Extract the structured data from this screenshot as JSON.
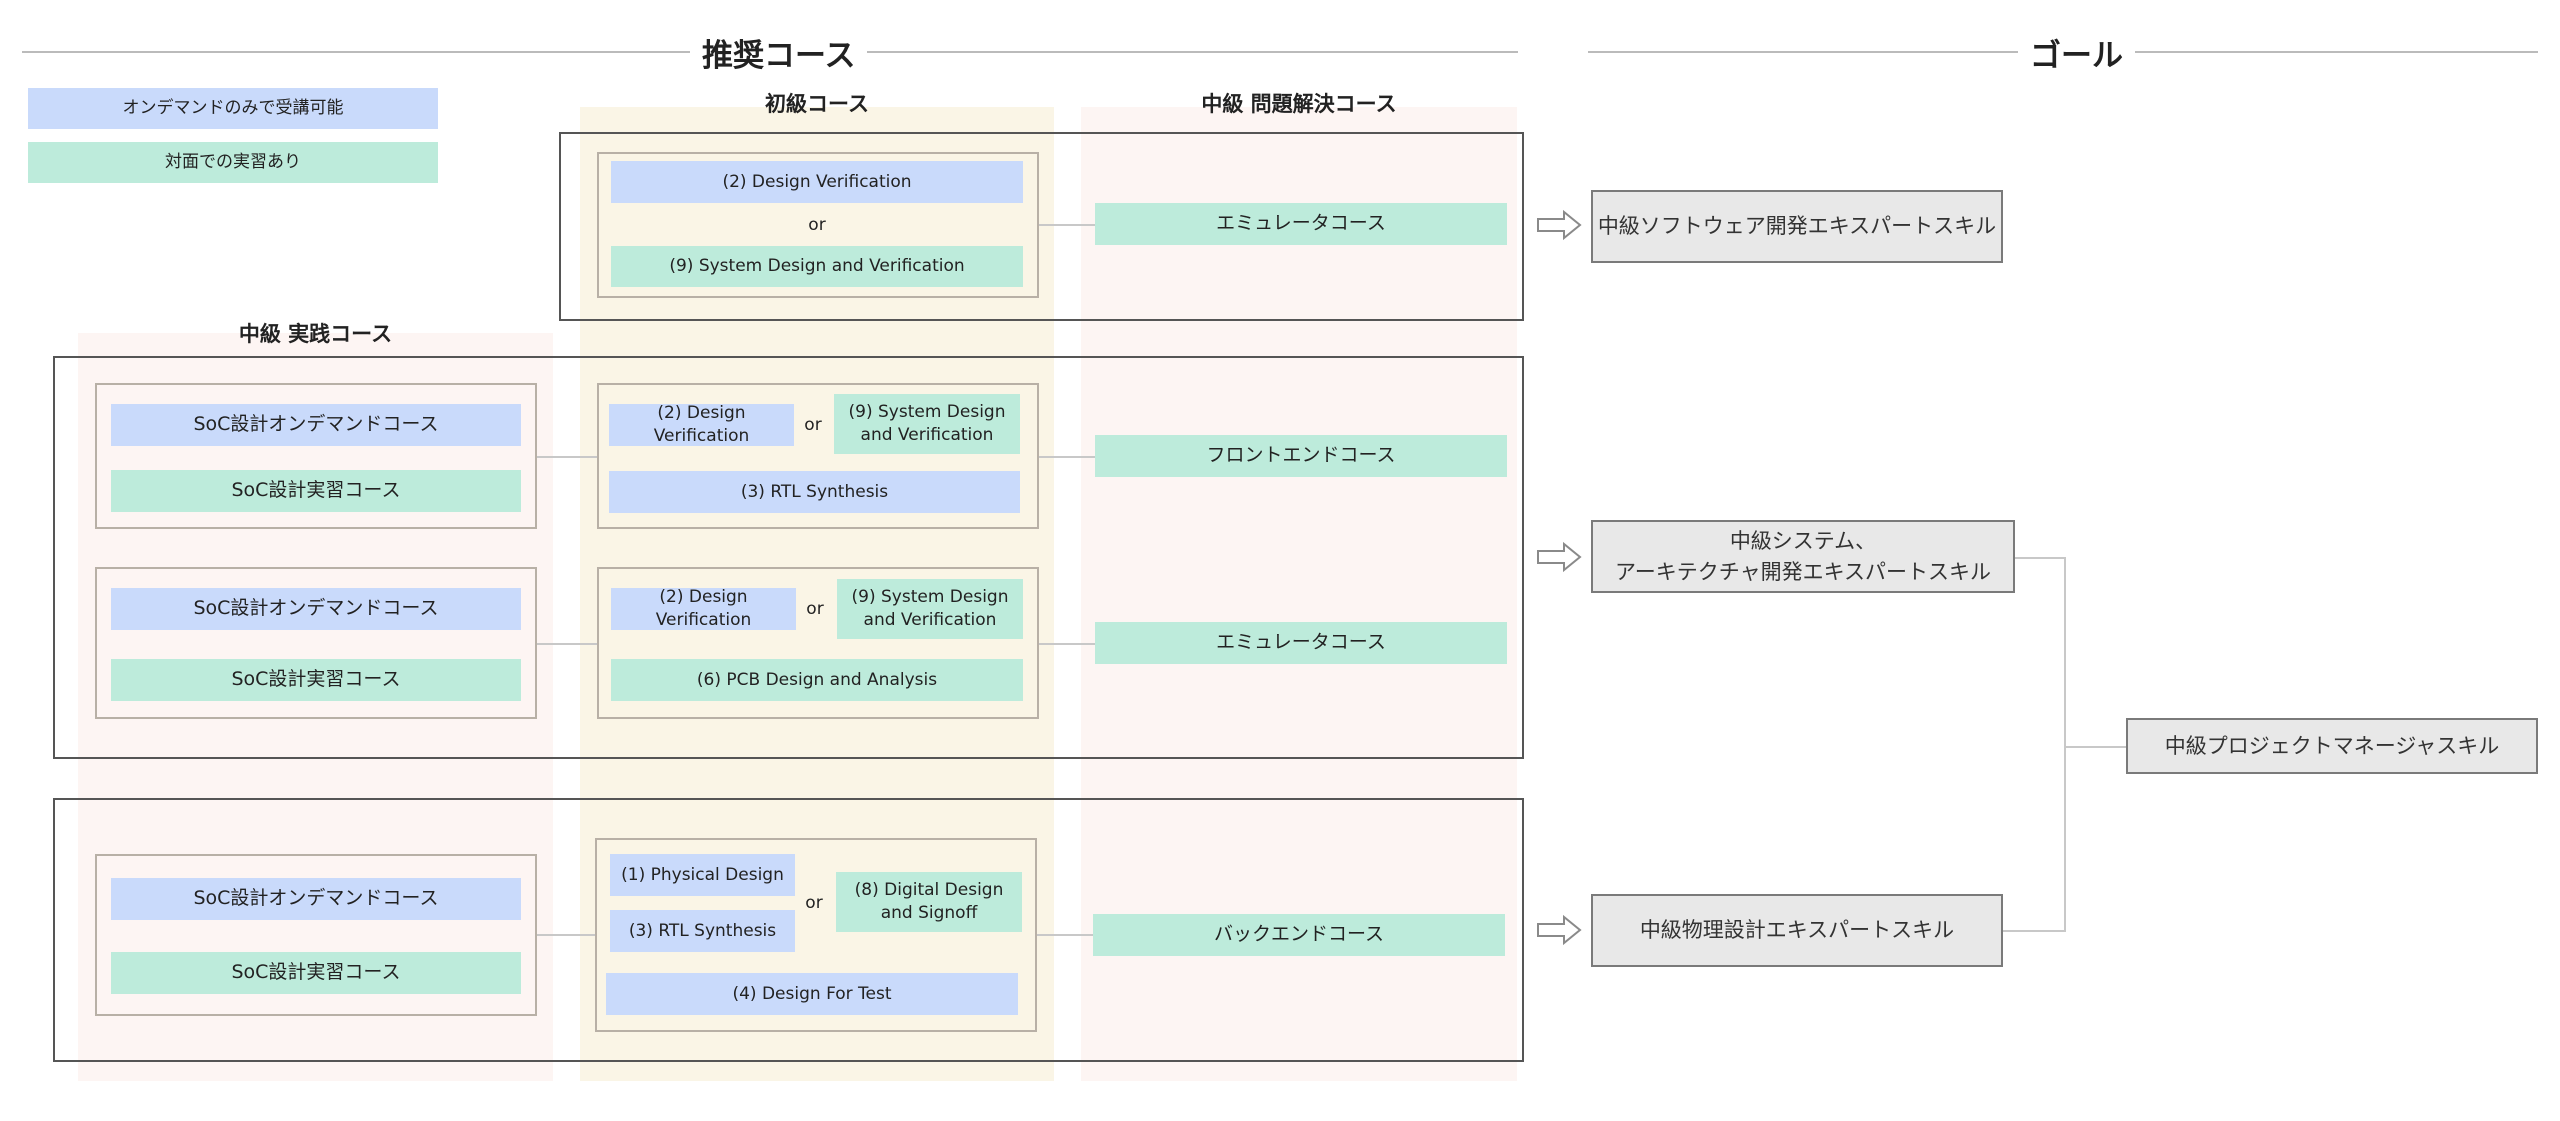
{
  "headers": {
    "recommended": "推奨コース",
    "goal": "ゴール"
  },
  "legend": {
    "ondemand": "オンデマンドのみで受講可能",
    "handson": "対面での実習あり"
  },
  "columns": {
    "beginner": "初級コース",
    "problem_solving": "中級 問題解決コース",
    "practice": "中級 実践コース"
  },
  "or_label": "or",
  "group1": {
    "beginner_a": "(2) Design Verification",
    "beginner_b": "(9) System Design and Verification",
    "problem": "エミュレータコース"
  },
  "group2": {
    "row1": {
      "practice_a": "SoC設計オンデマンドコース",
      "practice_b": "SoC設計実習コース",
      "beginner_a": "(2) Design Verification",
      "beginner_b": "(9) System Design and Verification",
      "beginner_c": "(3) RTL Synthesis",
      "problem": "フロントエンドコース"
    },
    "row2": {
      "practice_a": "SoC設計オンデマンドコース",
      "practice_b": "SoC設計実習コース",
      "beginner_a": "(2) Design Verification",
      "beginner_b": "(9) System Design and Verification",
      "beginner_c": "(6) PCB Design and Analysis",
      "problem": "エミュレータコース"
    }
  },
  "group3": {
    "practice_a": "SoC設計オンデマンドコース",
    "practice_b": "SoC設計実習コース",
    "beginner_a": "(1) Physical Design",
    "beginner_b": "(3) RTL Synthesis",
    "beginner_c": "(8) Digital Design and Signoff",
    "beginner_d": "(4) Design For Test",
    "problem": "バックエンドコース"
  },
  "goals": {
    "software": "中級ソフトウェア開発エキスパートスキル",
    "system_line1": "中級システム、",
    "system_line2": "アーキテクチャ開発エキスパートスキル",
    "physical": "中級物理設計エキスパートスキル",
    "pm": "中級プロジェクトマネージャスキル"
  },
  "colors": {
    "ondemand": "#c9dafb",
    "handson": "#bdebdb",
    "goal_fill": "#e8e8e8",
    "band_pink": "#fdf5f3",
    "band_yellow": "#faf5e6"
  }
}
